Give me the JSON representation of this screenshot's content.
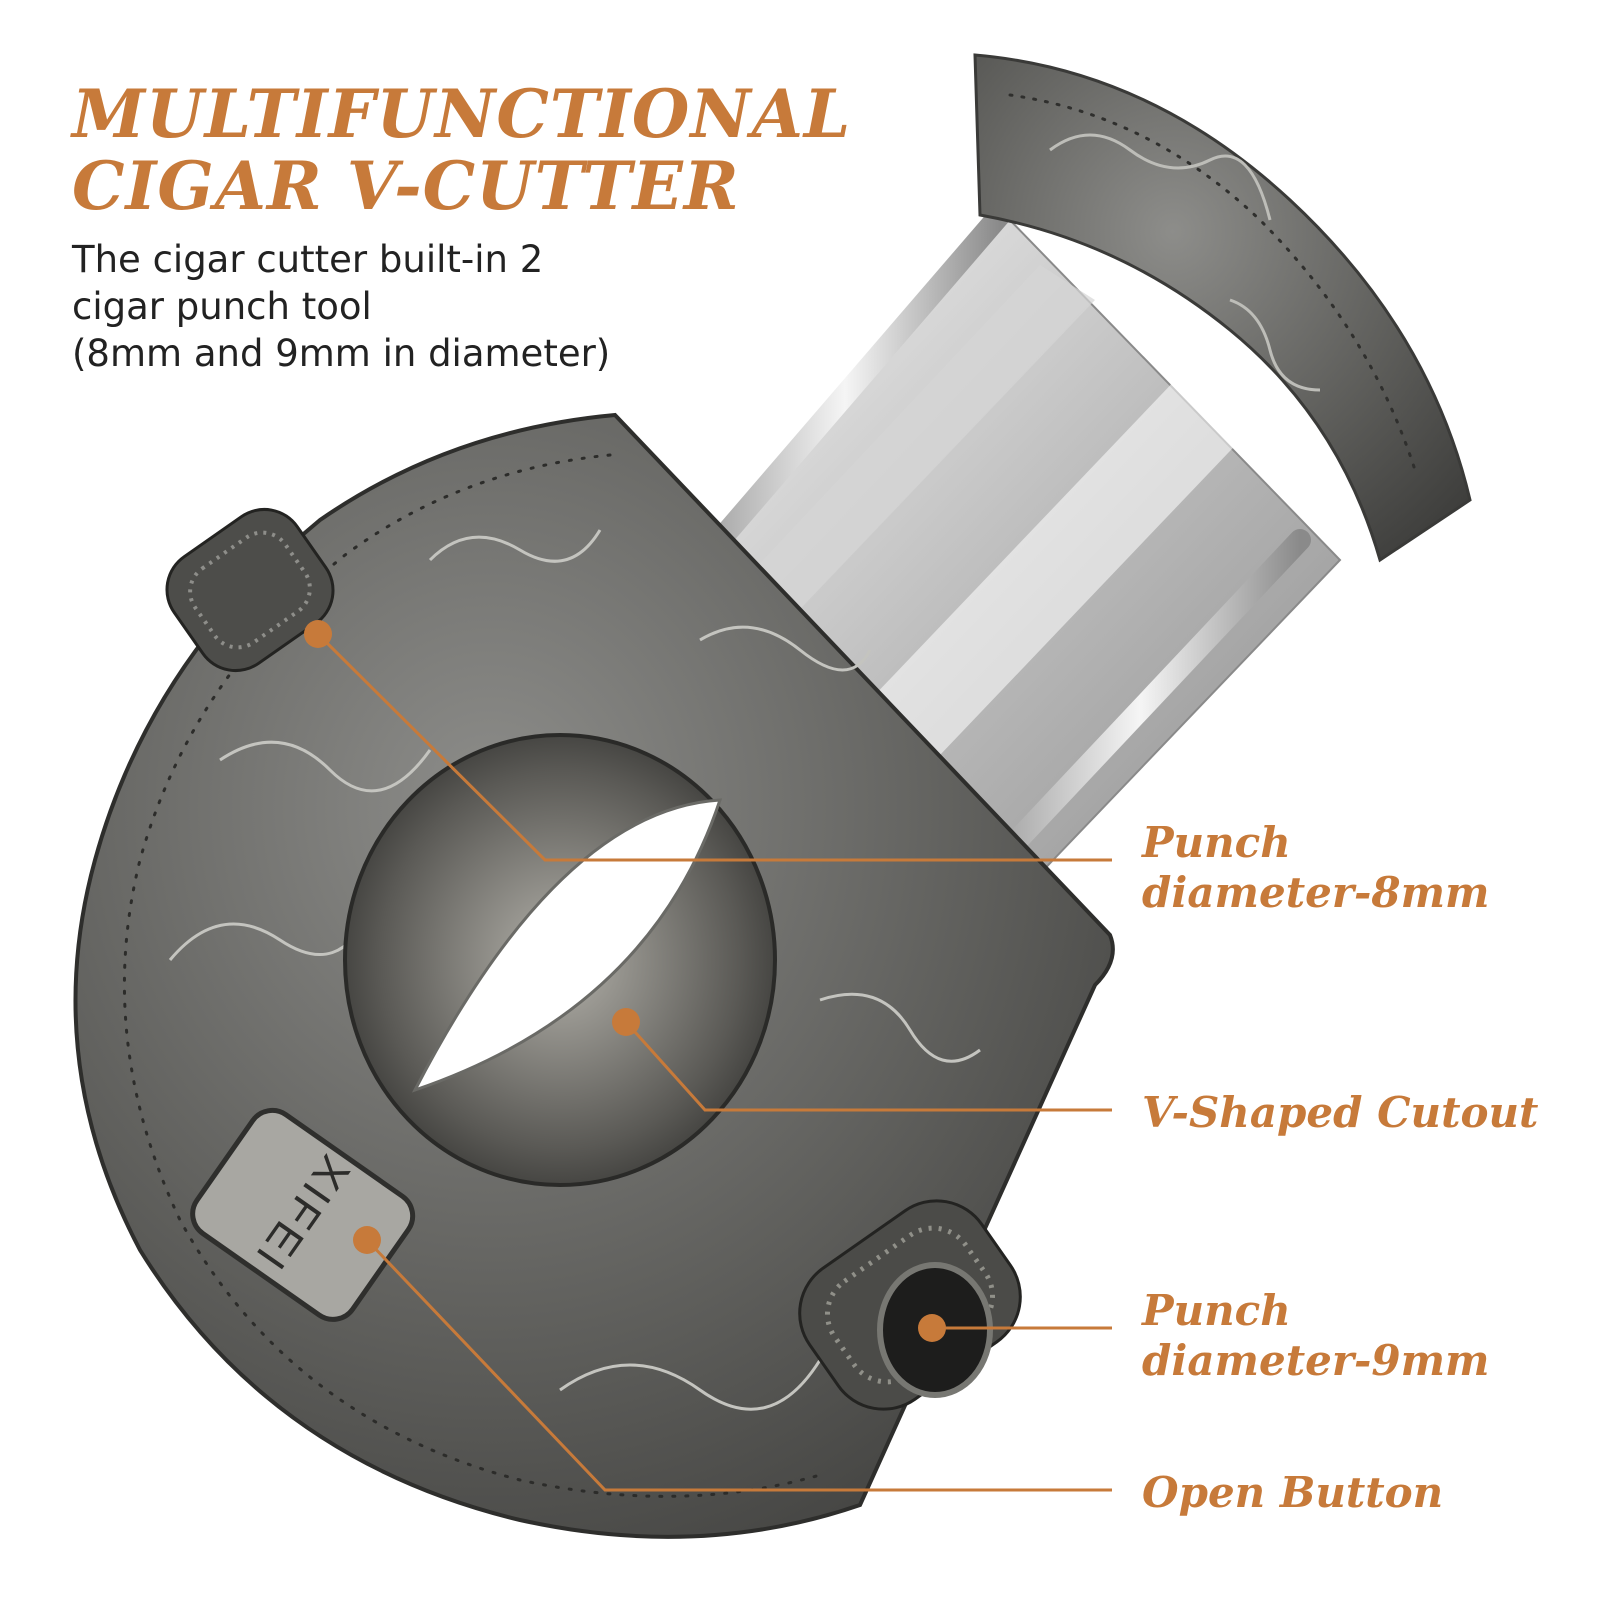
{
  "heading": {
    "line1": "MULTIFUNCTIONAL",
    "line2": "CIGAR V-CUTTER"
  },
  "description": {
    "line1": "The cigar cutter built-in 2",
    "line2": "cigar punch tool",
    "line3": "(8mm and 9mm in diameter)"
  },
  "brand_engraving": "XIFEI",
  "callouts": {
    "punch_8mm": {
      "line1": "Punch",
      "line2": "diameter-8mm"
    },
    "v_cutout": {
      "line1": "V-Shaped Cutout"
    },
    "punch_9mm": {
      "line1": "Punch",
      "line2": "diameter-9mm"
    },
    "open_button": {
      "line1": "Open Button"
    }
  },
  "colors": {
    "accent": "#c77a3a",
    "body_text": "#222222",
    "metal": "#6b6b6b"
  }
}
